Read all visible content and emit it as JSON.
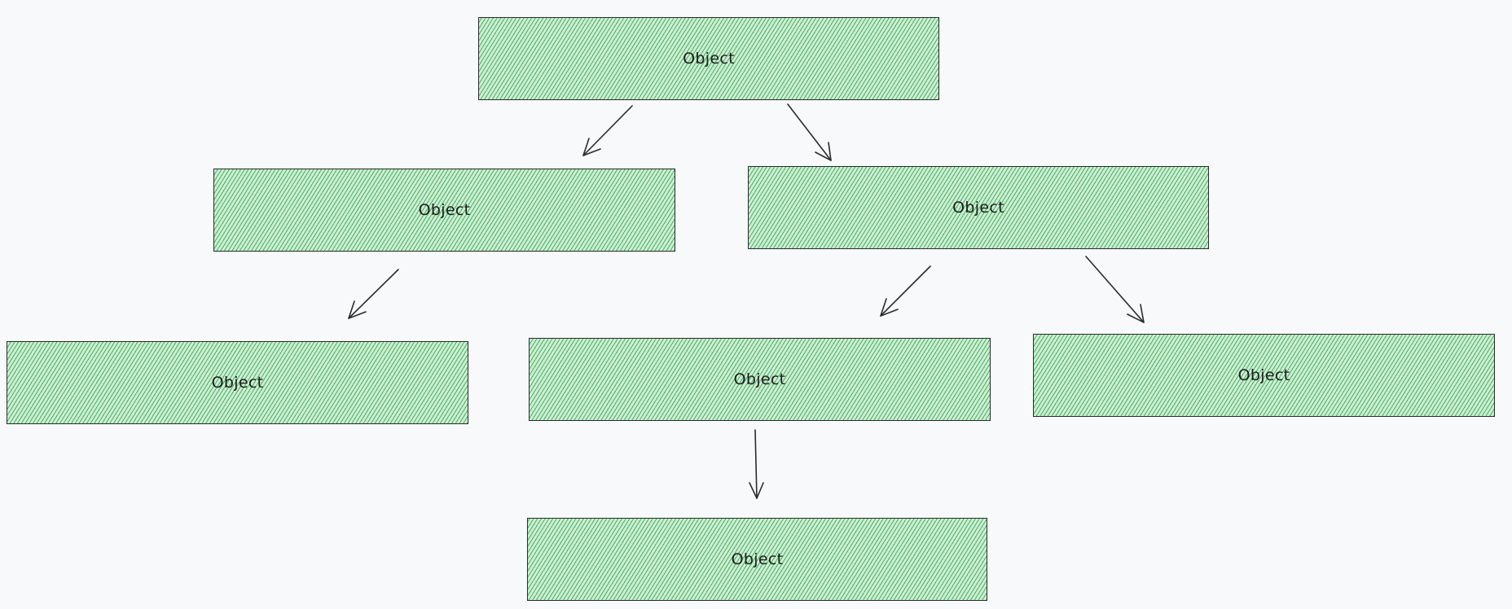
{
  "diagram": {
    "nodes": [
      {
        "id": "n1",
        "label": "Object"
      },
      {
        "id": "n2",
        "label": "Object"
      },
      {
        "id": "n3",
        "label": "Object"
      },
      {
        "id": "n4",
        "label": "Object"
      },
      {
        "id": "n5",
        "label": "Object"
      },
      {
        "id": "n6",
        "label": "Object"
      },
      {
        "id": "n7",
        "label": "Object"
      }
    ],
    "edges": [
      {
        "from": "n1",
        "to": "n2"
      },
      {
        "from": "n1",
        "to": "n3"
      },
      {
        "from": "n2",
        "to": "n4"
      },
      {
        "from": "n3",
        "to": "n5"
      },
      {
        "from": "n3",
        "to": "n6"
      },
      {
        "from": "n5",
        "to": "n7"
      }
    ],
    "colors": {
      "fill_hatch": "#40aa5a",
      "fill_base": "#cdeed3",
      "stroke": "#2b2b2b",
      "background": "#f8f9fa"
    }
  }
}
